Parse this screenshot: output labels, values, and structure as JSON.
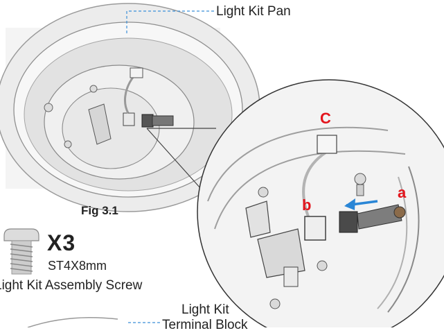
{
  "labels": {
    "light_kit_pan": "Light Kit Pan",
    "fig": "Fig 3.1",
    "quantity": "X3",
    "screw_size": "ST4X8mm",
    "screw_name": "Light Kit Assembly Screw",
    "terminal_line1": "Light Kit",
    "terminal_line2": "Terminal Block"
  },
  "callouts": {
    "a": "a",
    "b": "b",
    "c": "C"
  },
  "colors": {
    "callout": "#e3151d",
    "arrow": "#2a86d6",
    "leader": "#3a8fd8"
  }
}
